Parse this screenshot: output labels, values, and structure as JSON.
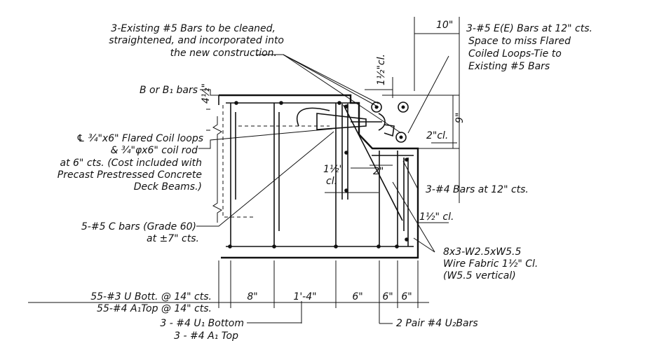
{
  "notes": {
    "existing_bars": [
      "3-Existing #5 Bars to be cleaned,",
      "straightened, and incorporated into",
      "the new construction."
    ],
    "ee_bars": [
      "3-#5 E(E) Bars at 12\" cts.",
      "Space to miss Flared",
      "Coiled Loops-Tie to",
      "Existing #5 Bars"
    ],
    "b_bars": "B or B₁ bars",
    "coil_loops": [
      "℄ ¾\"x6\" Flared Coil loops",
      "& ¾\"φx6\" coil rod",
      "at 6\" cts. (Cost included with",
      "Precast Prestressed Concrete",
      "Deck Beams.)"
    ],
    "c_bars": [
      "5-#5 C bars (Grade 60)",
      "at ±7\" cts."
    ],
    "a4_bars": "3-#4 Bars at 12\" cts.",
    "wire_fabric": [
      "8x3-W2.5xW5.5",
      "Wire Fabric 1½\" Cl.",
      "(W5.5 vertical)"
    ],
    "u_bars": [
      "55-#3 U Bott. @ 14\" cts.",
      "55-#4 A₁Top @ 14\" cts."
    ],
    "u1_bars": [
      "3 - #4 U₁ Bottom",
      "3 - #4 A₁ Top"
    ],
    "u2_bars": "2 Pair #4 U₂Bars"
  },
  "dims": {
    "d10": "10\"",
    "d1_5_vert": "1½\"cl.",
    "d4_5": "4½\"",
    "d9": "9\"",
    "d2cl": "2\"cl.",
    "d1_5cl_a": "1½\"",
    "d1_5cl_b": "cl.",
    "d2": "2\"",
    "d1_5cl_right": "1½\" cl.",
    "bottom": [
      "8\"",
      "1'-4\"",
      "6\"",
      "6\"",
      "6\""
    ]
  }
}
